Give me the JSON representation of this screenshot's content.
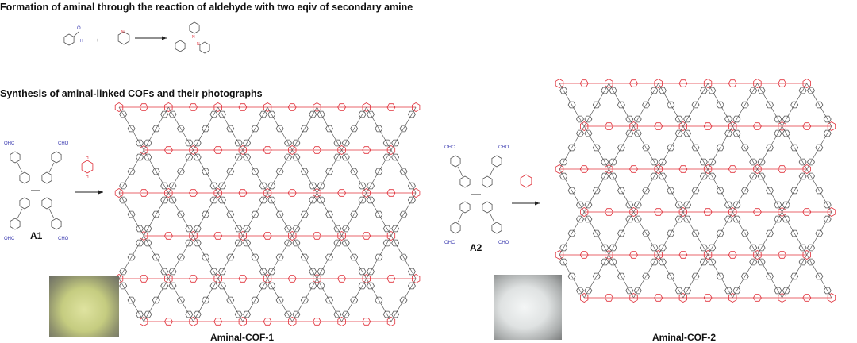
{
  "titles": {
    "reaction": "Formation of aminal through the reaction of aldehyde with two eqiv of secondary amine",
    "synthesis": "Synthesis of  aminal-linked  COFs  and their photographs"
  },
  "labels": {
    "a1": "A1",
    "a2": "A2",
    "cof1": "Aminal-COF-1",
    "cof2": "Aminal-COF-2",
    "cho": "CHO",
    "ohc": "OHC",
    "n": "N",
    "h": "H",
    "o": "O",
    "plus": "+"
  },
  "colors": {
    "scaffold": "#555555",
    "linker": "#e0303a",
    "aldehyde": "#3a3ab0",
    "photo1": "#c9d08a",
    "photo2": "#d8dcdc"
  }
}
